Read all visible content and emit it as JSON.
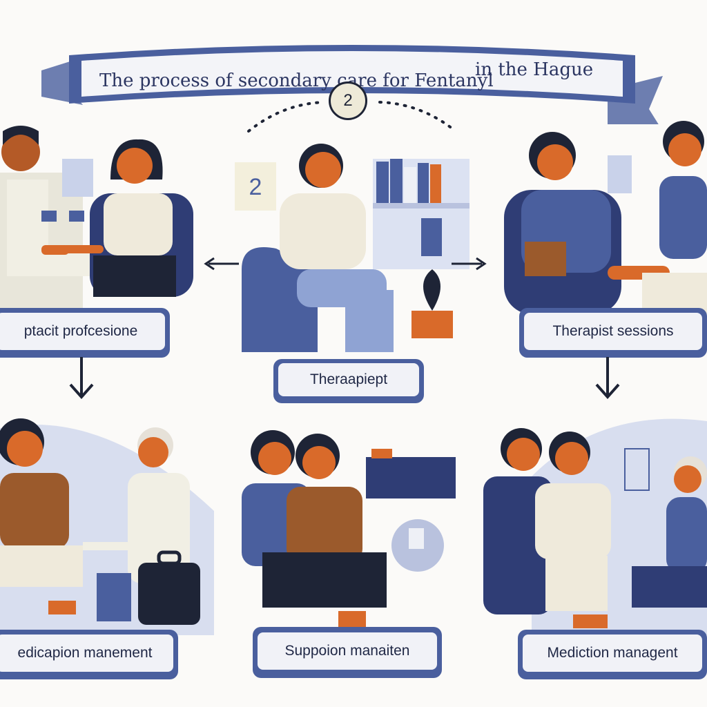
{
  "title": {
    "main": "The process of secondary care for Fentanyl",
    "suffix": "in the Hague"
  },
  "step_number": "2",
  "calendar_number": "2",
  "labels": {
    "top_left": "ptacit profcesione",
    "top_center": "Theraapiept",
    "top_right": "Therapist sessions",
    "bottom_left": "edicapion manement",
    "bottom_center": "Suppoion manaiten",
    "bottom_right": "Mediction managent"
  },
  "colors": {
    "accent_blue": "#4a5f9e",
    "dark_navy": "#1e2436",
    "skin_orange": "#d96a2a",
    "cream": "#efeadb",
    "brown": "#9b5a2c"
  },
  "icons": [
    "arrow-left-icon",
    "arrow-right-icon",
    "arrow-down-icon",
    "calendar-icon",
    "plant-icon",
    "bookshelf-icon",
    "briefcase-icon",
    "pill-bottle-icon",
    "stethoscope-icon"
  ]
}
